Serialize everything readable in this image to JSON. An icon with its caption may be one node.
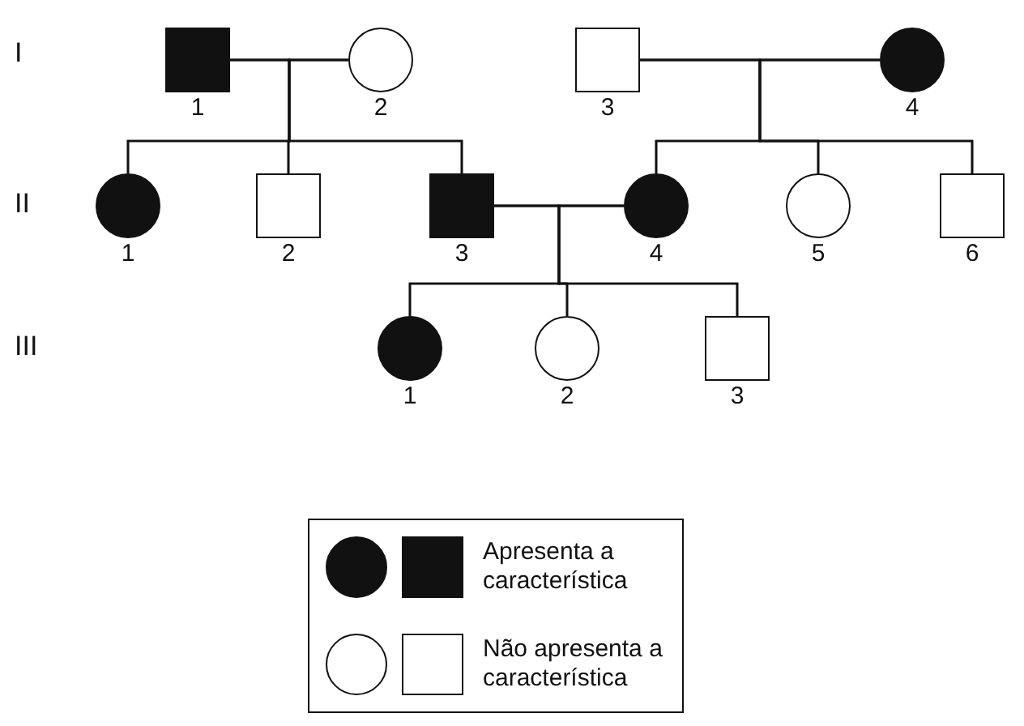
{
  "diagram": {
    "nodes": [
      {
        "text": [],
        "shape": "block",
        "beside": [
          "1"
        ]
      },
      {
        "text": [],
        "shape": "circle",
        "beside": [
          "2"
        ]
      },
      {
        "text": [],
        "shape": "box",
        "beside": [
          "3"
        ]
      },
      {
        "text": [],
        "shape": "disc",
        "beside": [
          "4"
        ]
      },
      {
        "text": [],
        "shape": "disc",
        "beside": [
          "1"
        ]
      },
      {
        "text": [],
        "shape": "box",
        "beside": [
          "2"
        ]
      },
      {
        "text": [],
        "shape": "block",
        "beside": [
          "3"
        ]
      },
      {
        "text": [],
        "shape": "disc",
        "beside": [
          "4"
        ]
      },
      {
        "text": [],
        "shape": "circle",
        "beside": [
          "5"
        ]
      },
      {
        "text": [],
        "shape": "box",
        "beside": [
          "6"
        ]
      },
      {
        "text": [],
        "shape": "disc",
        "beside": [
          "1"
        ]
      },
      {
        "text": [],
        "shape": "circle",
        "beside": [
          "2"
        ]
      },
      {
        "text": [],
        "shape": "box",
        "beside": [
          "3"
        ]
      }
    ],
    "edges": [
      {
        "from": 0,
        "to": 1,
        "arrow": "none"
      },
      {
        "from": 2,
        "to": 3,
        "arrow": "none"
      },
      {
        "from": 0,
        "to": 4,
        "arrow": "none"
      },
      {
        "from": 0,
        "to": 5,
        "arrow": "none"
      },
      {
        "from": 0,
        "to": 6,
        "arrow": "none"
      },
      {
        "from": 1,
        "to": 4,
        "arrow": "none"
      },
      {
        "from": 1,
        "to": 5,
        "arrow": "none"
      },
      {
        "from": 1,
        "to": 6,
        "arrow": "none"
      },
      {
        "from": 2,
        "to": 7,
        "arrow": "none"
      },
      {
        "from": 2,
        "to": 8,
        "arrow": "none"
      },
      {
        "from": 2,
        "to": 9,
        "arrow": "none"
      },
      {
        "from": 3,
        "to": 7,
        "arrow": "none"
      },
      {
        "from": 3,
        "to": 8,
        "arrow": "none"
      },
      {
        "from": 3,
        "to": 9,
        "arrow": "none"
      },
      {
        "from": 6,
        "to": 7,
        "arrow": "none"
      },
      {
        "from": 6,
        "to": 10,
        "arrow": "none"
      },
      {
        "from": 6,
        "to": 11,
        "arrow": "none"
      },
      {
        "from": 6,
        "to": 12,
        "arrow": "none"
      },
      {
        "from": 7,
        "to": 10,
        "arrow": "none"
      },
      {
        "from": 7,
        "to": 11,
        "arrow": "none"
      },
      {
        "from": 7,
        "to": 12,
        "arrow": "none"
      }
    ],
    "labels": [
      "I",
      "II",
      "III"
    ],
    "legend": [
      {
        "text": "Apresenta a característica"
      },
      {
        "text": "Não apresenta a característica"
      }
    ]
  }
}
